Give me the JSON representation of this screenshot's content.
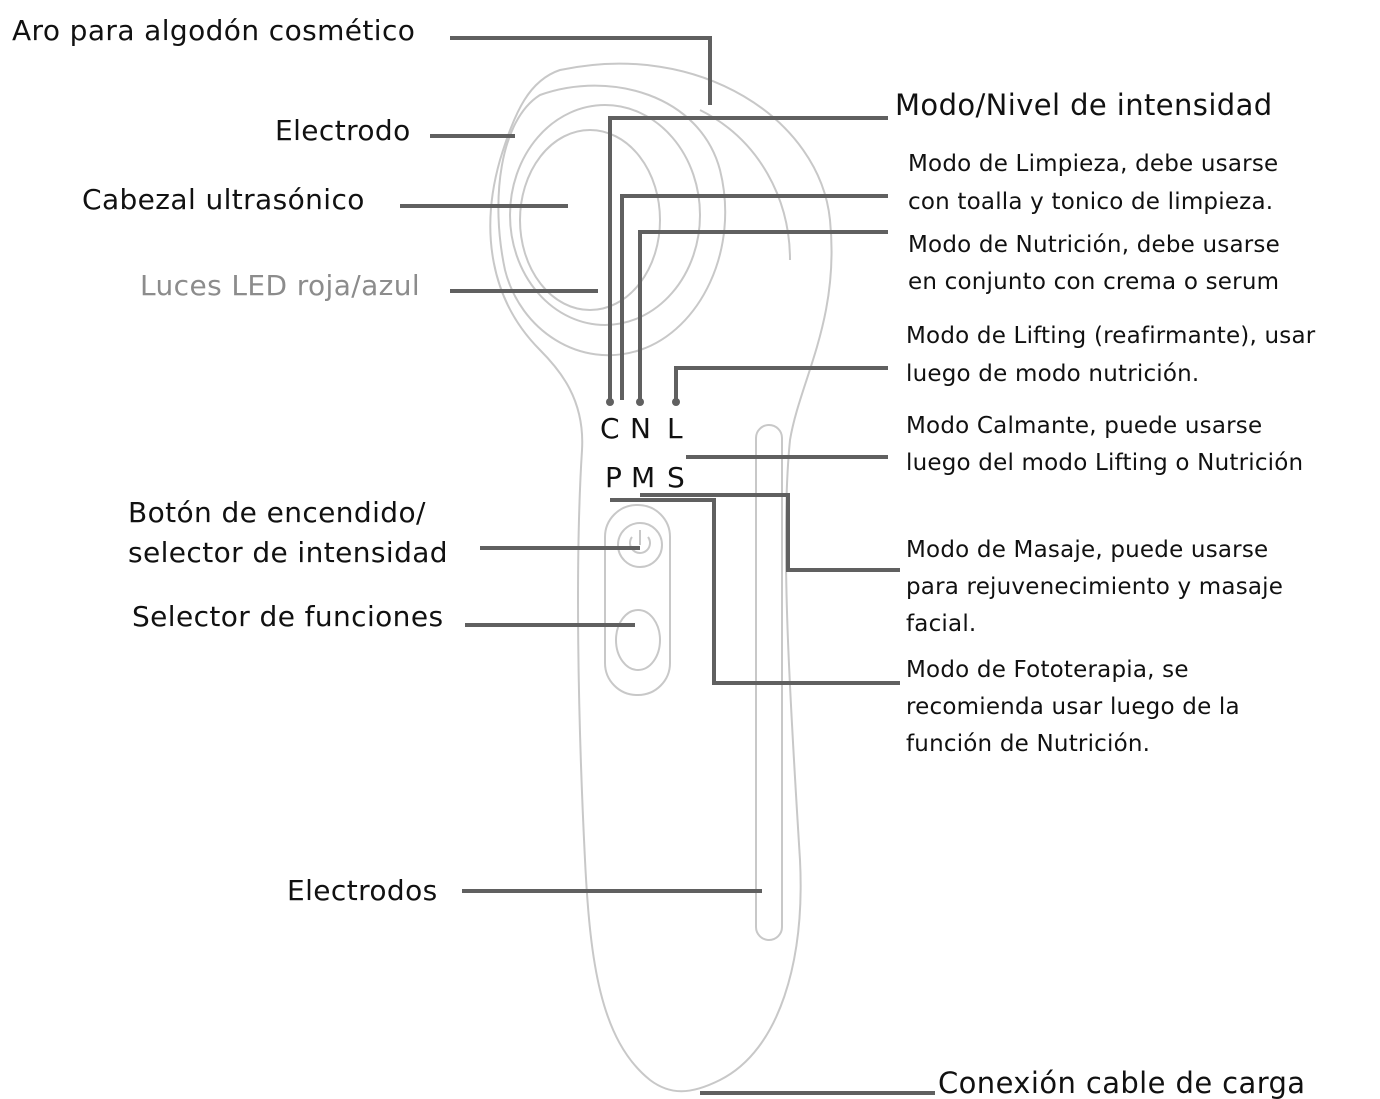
{
  "labels_left": {
    "cotton_ring": "Aro para algodón cosmético",
    "electrode": "Electrodo",
    "ultrasonic_head": "Cabezal ultrasónico",
    "led_lights": "Luces LED roja/azul",
    "power_button_line1": "Botón de encendido/",
    "power_button_line2": "selector de intensidad",
    "function_selector": "Selector de funciones",
    "electrodes": "Electrodos"
  },
  "labels_right": {
    "mode_level": "Modo/Nivel de intensidad",
    "cleaning_line1": "Modo de Limpieza, debe usarse",
    "cleaning_line2": "con toalla y tonico de limpieza.",
    "nutrition_line1": "Modo de Nutrición, debe usarse",
    "nutrition_line2": "en conjunto con crema o serum",
    "lifting_line1": "Modo de Lifting (reafirmante), usar",
    "lifting_line2": "luego de modo nutrición.",
    "calming_line1": "Modo Calmante, puede usarse",
    "calming_line2": "luego del modo Lifting o Nutrición",
    "massage_line1": "Modo de Masaje, puede usarse",
    "massage_line2": "para rejuvenecimiento y masaje",
    "massage_line3": "facial.",
    "photo_line1": "Modo de Fototerapia, se",
    "photo_line2": "recomienda usar luego de la",
    "photo_line3": "función de Nutrición.",
    "charging": "Conexión cable de carga"
  },
  "mode_letters": {
    "c": "C",
    "n": "N",
    "l": "L",
    "p": "P",
    "m": "M",
    "s": "S"
  },
  "colors": {
    "leader_line": "#606060",
    "device_outline": "#c8c8c8",
    "led_label": "#8c8c8c",
    "text": "#111111"
  }
}
